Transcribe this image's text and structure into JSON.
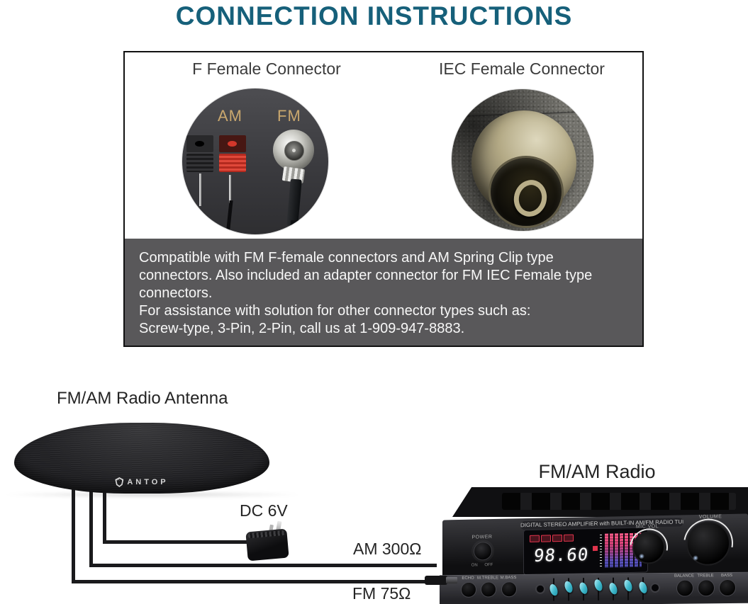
{
  "title": "CONNECTION INSTRUCTIONS",
  "panel": {
    "left_heading": "F Female Connector",
    "right_heading": "IEC Female Connector",
    "photo_labels": {
      "am": "AM",
      "fm": "FM"
    },
    "description_lines": [
      "Compatible with FM F-female connectors and AM Spring Clip type",
      "connectors. Also included an adapter connector for FM IEC Female type",
      "connectors.",
      "For assistance with solution for other connector types such as:",
      "Screw-type, 3-Pin, 2-Pin, call us at 1-909-947-8883."
    ]
  },
  "antenna": {
    "label": "FM/AM Radio Antenna",
    "brand": "ANTOP"
  },
  "connections": {
    "power_label": "DC 6V",
    "am_label": "AM 300Ω",
    "fm_label": "FM 75Ω"
  },
  "radio": {
    "label": "FM/AM Radio",
    "panel_text": "DIGITAL STEREO AMPLIFIER with BUILT-IN AM/FM RADIO TUNER",
    "power_label": "POWER",
    "power_sub_label": "ON OFF",
    "frequency": "98.60",
    "mic_vol_label": "MIC VOL",
    "volume_label": "VOLUME",
    "knobs_left": [
      "ECHO",
      "M.TREBLE",
      "M.BASS"
    ],
    "knobs_right": [
      "BALANCE",
      "TREBLE",
      "BASS"
    ]
  },
  "colors": {
    "title_teal": "#16607a",
    "description_bg": "#59585a",
    "display_accent": "#e0344c",
    "slider_cyan": "#41b9cc"
  }
}
